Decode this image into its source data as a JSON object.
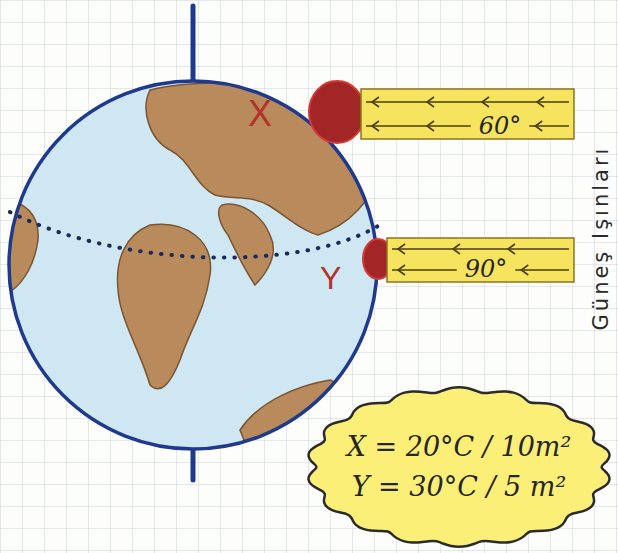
{
  "diagram": {
    "nodes": [
      {
        "text": [
          "60°"
        ]
      },
      {
        "text": [
          "90°"
        ]
      },
      {
        "text": [
          "X = 20°C / 10m²",
          "Y = 30°C / 5 m²"
        ]
      }
    ],
    "labels": [
      "X",
      "Y",
      "Güneş Işınları"
    ]
  }
}
